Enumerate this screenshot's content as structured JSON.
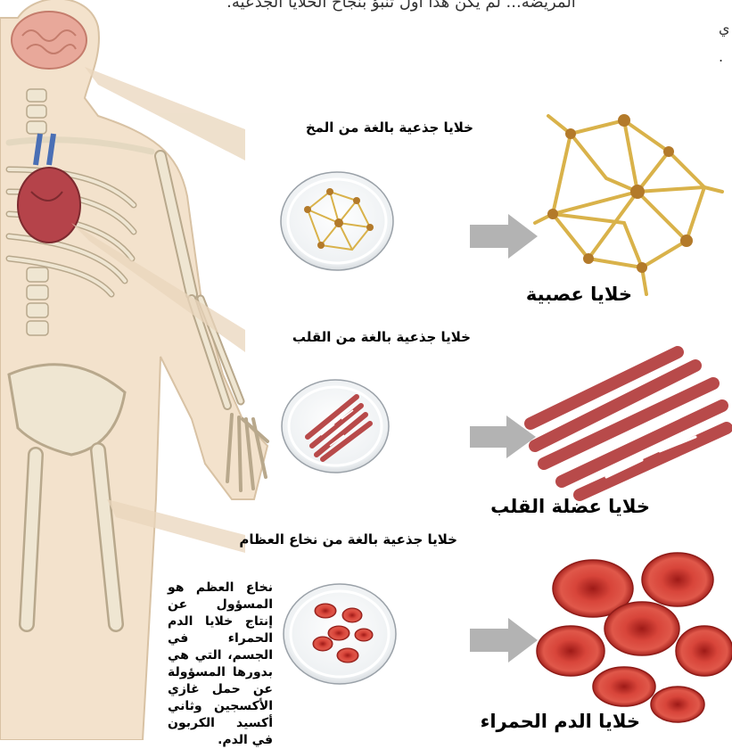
{
  "header": {
    "caption": "المريضة... لم يكن هذا أول تنبؤ بنجاح الخلايا الجذعية.",
    "edge_text_1": "ي",
    "edge_text_2": "."
  },
  "sources": [
    {
      "label": "خلايا جذعية بالغة من المخ"
    },
    {
      "label": "خلايا جذعية بالغة من القلب"
    },
    {
      "label": "خلايا جذعية بالغة من نخاع العظام"
    }
  ],
  "results": [
    {
      "label": "خلايا عصبية"
    },
    {
      "label": "خلايا عضلة القلب"
    },
    {
      "label": "خلايا الدم الحمراء"
    }
  ],
  "description": "نخاع العظم هو المسؤول عن إنتاج خلايا الدم الحمراء في الجسم، التي هي بدورها المسؤولة عن حمل غازي الأكسجين وثاني أكسيد الكربون في الدم.",
  "colors": {
    "body_fill": "#f3e2cc",
    "bone": "#efe6d2",
    "bone_stroke": "#b8a88c",
    "brain": "#e8a89a",
    "heart": "#b5434a",
    "neuron": "#d9b24a",
    "muscle": "#b84a4a",
    "blood": "#c9302c",
    "arrow": "#b3b3b3",
    "beam": "#e9d6bc"
  }
}
